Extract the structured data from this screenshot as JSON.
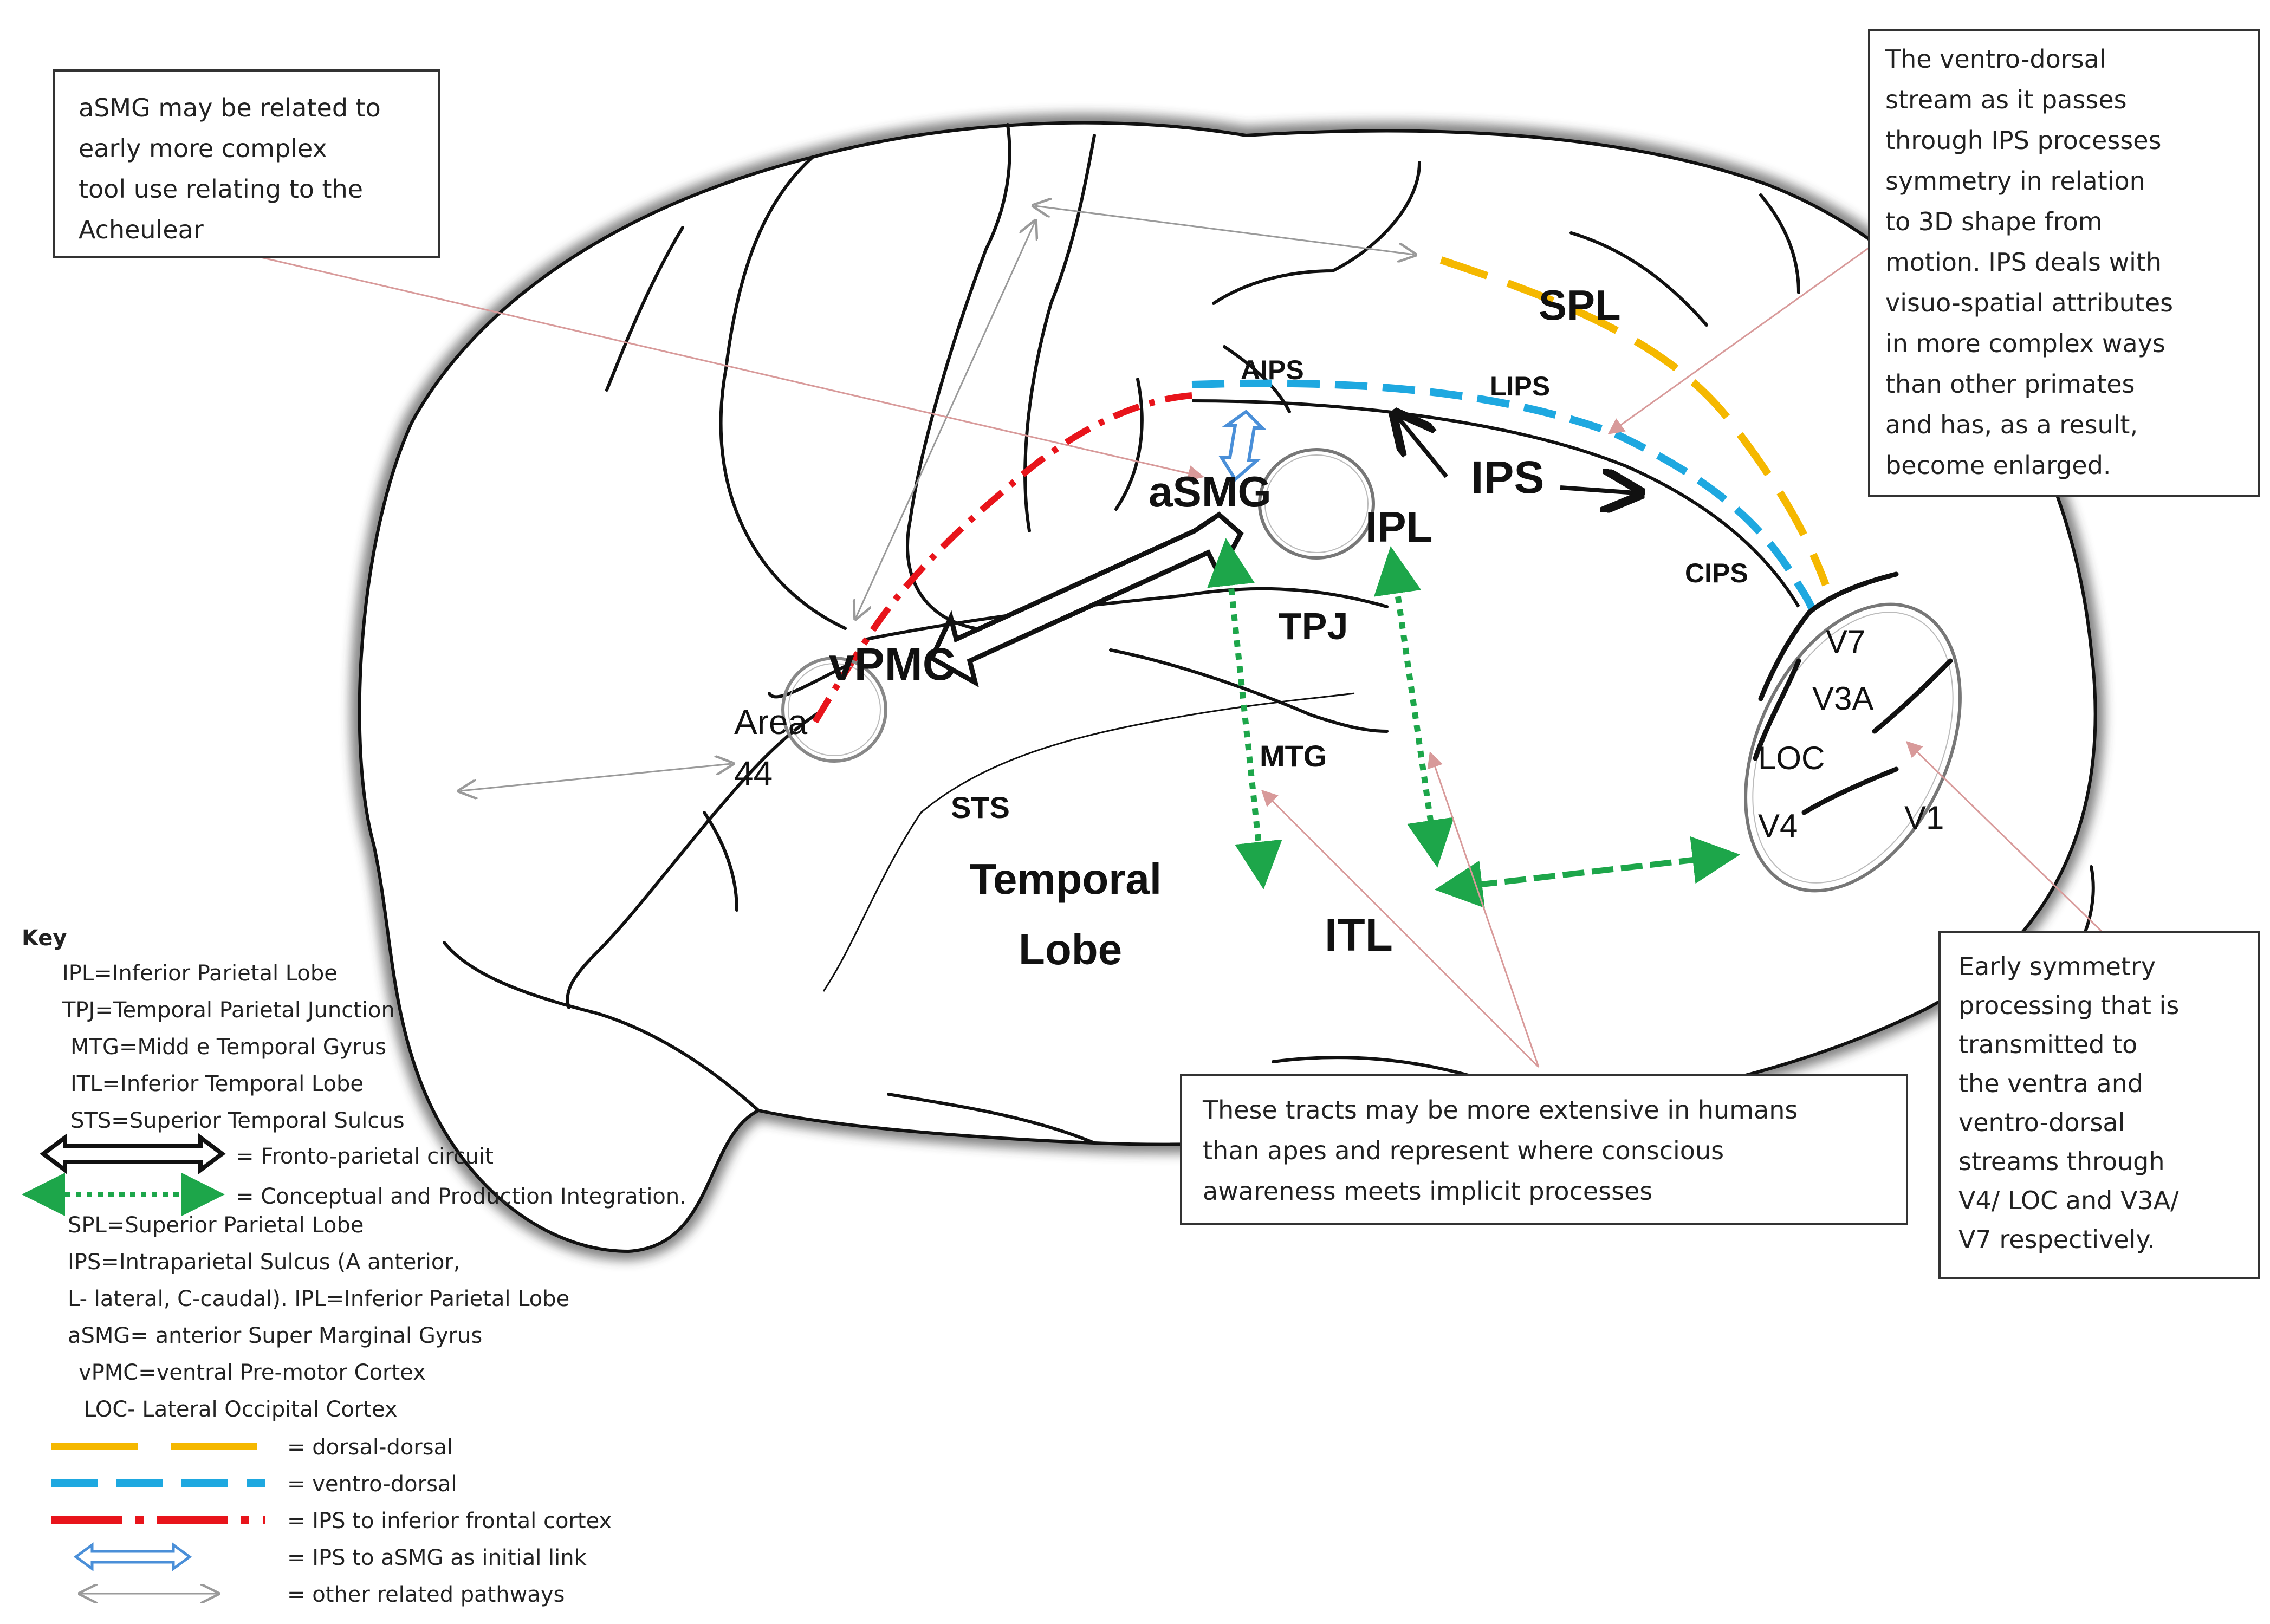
{
  "callouts": {
    "asmg_box": [
      "aSMG may be related to",
      "early more complex",
      "tool use relating to the",
      "Acheulear"
    ],
    "ventro_dorsal_box": [
      "The ventro-dorsal",
      "stream as it passes",
      "through IPS processes",
      "symmetry in relation",
      "to 3D shape from",
      "motion. IPS  deals with",
      "visuo-spatial attributes",
      "in more complex ways",
      "than other primates",
      "and has, as a result,",
      "become enlarged."
    ],
    "tracts_box": [
      "These tracts may be more extensive in humans",
      "than apes and represent where conscious",
      "awareness meets implicit processes"
    ],
    "early_symmetry_box": [
      "Early symmetry",
      "processing that is",
      "transmitted to",
      "the ventra  and",
      "ventro-dorsal",
      "streams through",
      "V4/ LOC and V3A/",
      "V7 respectively."
    ]
  },
  "brain_labels": {
    "spl": "SPL",
    "aips": "AIPS",
    "lips": "LIPS",
    "ips": "IPS",
    "cips": "CIPS",
    "asmg": "aSMG",
    "ipl": "IPL",
    "tpj": "TPJ",
    "vpmc": "vPMC",
    "area": "Area",
    "area_num": "44",
    "mtg": "MTG",
    "sts": "STS",
    "temporal": "Temporal",
    "lobe": "Lobe",
    "itl": "ITL",
    "v7": "V7",
    "v3a": "V3A",
    "loc": "LOC",
    "v4": "V4",
    "v1": "V1"
  },
  "key": {
    "title": "Key",
    "abbrev_top": [
      "IPL=Inferior Parietal Lobe",
      "TPJ=Temporal Parietal Junction",
      "MTG=Midd e Temporal Gyrus",
      "ITL=Inferior Temporal Lobe",
      "STS=Superior Temporal Sulcus"
    ],
    "fronto_parietal": "= Fronto-parietal circuit",
    "conceptual": "= Conceptual and Production Integration.",
    "abbrev_bottom": [
      "SPL=Superior Parietal Lobe",
      "IPS=Intraparietal Sulcus (A  anterior,",
      "L- lateral, C-caudal). IPL=Inferior Parietal Lobe",
      "aSMG= anterior Super Marginal Gyrus",
      "vPMC=ventral  Pre-motor Cortex",
      "LOC- Lateral Occipital Cortex"
    ],
    "legend": [
      {
        "label": "= dorsal-dorsal",
        "color": "#F5B800"
      },
      {
        "label": "= ventro-dorsal",
        "color": "#1EA8E0"
      },
      {
        "label": "= IPS to inferior frontal cortex",
        "color": "#E8141B"
      },
      {
        "label": "= IPS to aSMG as initial link",
        "color": "#4A8FD8"
      },
      {
        "label": "= other related pathways",
        "color": "#A0A0A0"
      }
    ]
  }
}
